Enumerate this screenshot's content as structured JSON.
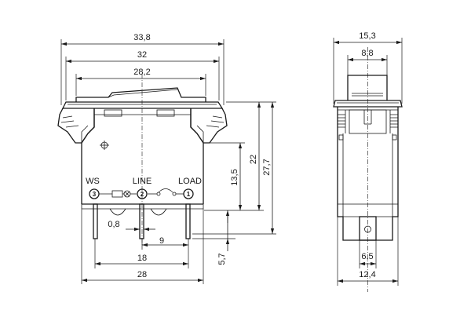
{
  "dimensions": {
    "overall_width": "33,8",
    "body_width": "32",
    "rocker_width": "28,2",
    "height_13_5": "13,5",
    "height_22": "22",
    "height_27_7": "27,7",
    "pin_thickness": "0,8",
    "pin_gap": "9",
    "pin_span": "18",
    "base_width": "28",
    "pin_length": "5,7",
    "side_overall": "15,3",
    "side_rocker": "8,8",
    "side_pin": "6,5",
    "side_body": "12,4"
  },
  "terminals": {
    "ws": "WS",
    "line": "LINE",
    "load": "LOAD",
    "n3": "3",
    "n2": "2",
    "n1": "1"
  }
}
